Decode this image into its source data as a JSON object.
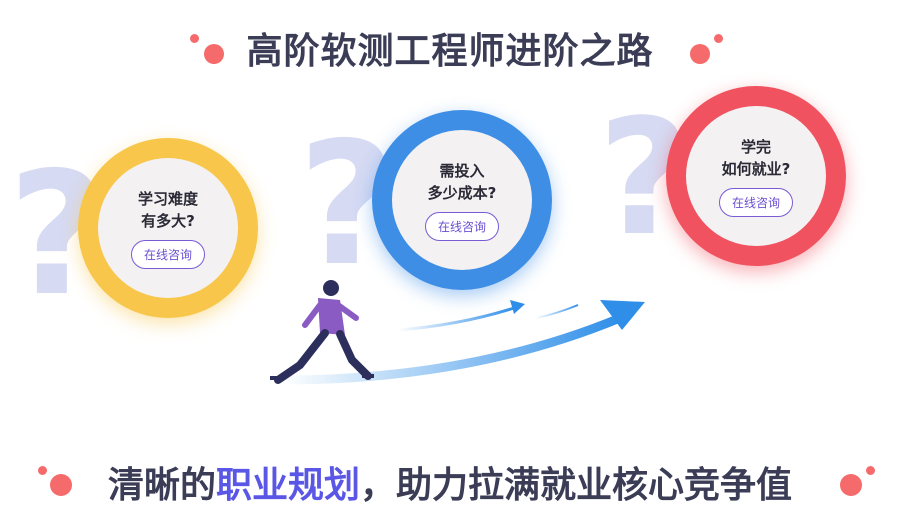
{
  "header": {
    "title": "高阶软测工程师进阶之路"
  },
  "circles": [
    {
      "line1": "学习难度",
      "line2": "有多大?",
      "button": "在线咨询",
      "color": "#f7c64a"
    },
    {
      "line1": "需投入",
      "line2": "多少成本?",
      "button": "在线咨询",
      "color": "#3e8ee6"
    },
    {
      "line1": "学完",
      "line2": "如何就业?",
      "button": "在线咨询",
      "color": "#f0525f"
    }
  ],
  "footer": {
    "part1": "清晰的",
    "highlight": "职业规划",
    "part2": "，助力拉满就业核心竞争值"
  },
  "colors": {
    "title_text": "#3b3c55",
    "highlight": "#5b57e6",
    "accent_dots": "#f56b6b",
    "arrow": "#2f8fe8",
    "question_mark": "#c9cef0"
  },
  "icons": [
    "question-mark-icon",
    "running-person-icon",
    "arrow-icon"
  ]
}
